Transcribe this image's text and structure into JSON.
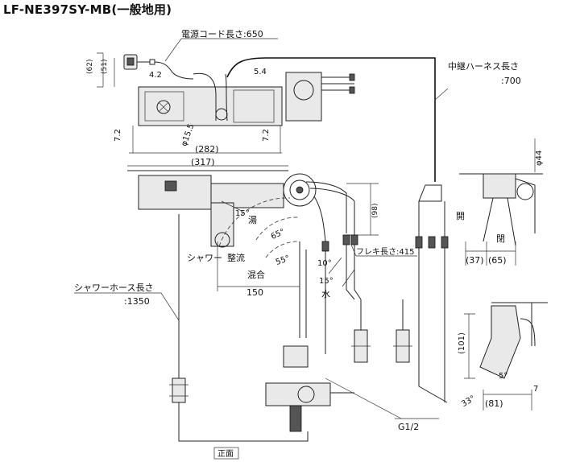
{
  "title": "LF-NE397SY-MB(一般地用)",
  "labels": {
    "power_cord": "電源コード長さ:650",
    "harness_line1": "中継ハーネス長さ",
    "harness_line2": ":700",
    "shower_hose_line1": "シャワーホース長さ",
    "shower_hose_line2": ":1350",
    "flex_length": "フレキ長さ:415",
    "hot": "湯",
    "mix": "混合",
    "water": "水",
    "shower": "シャワー",
    "adjust": "整流",
    "open": "開",
    "closed": "閉",
    "g_thread": "G1/2",
    "front": "正面"
  },
  "dimensions": {
    "d62": "(62)",
    "d51": "(51)",
    "d42": "4.2",
    "d54": "5.4",
    "d72_left": "7.2",
    "d72_right": "7.2",
    "d155": "φ15.5",
    "d282": "(282)",
    "d317": "(317)",
    "d98": "(98)",
    "d150": "150",
    "a15_top": "15°",
    "a65": "65°",
    "a55": "55°",
    "a10": "10°",
    "a15_bottom": "15°",
    "d44": "φ44",
    "d37": "(37)",
    "d65": "(65)",
    "d101": "(101)",
    "a5": "5°",
    "d7": "7",
    "a33": "33°",
    "d81": "(81)"
  }
}
